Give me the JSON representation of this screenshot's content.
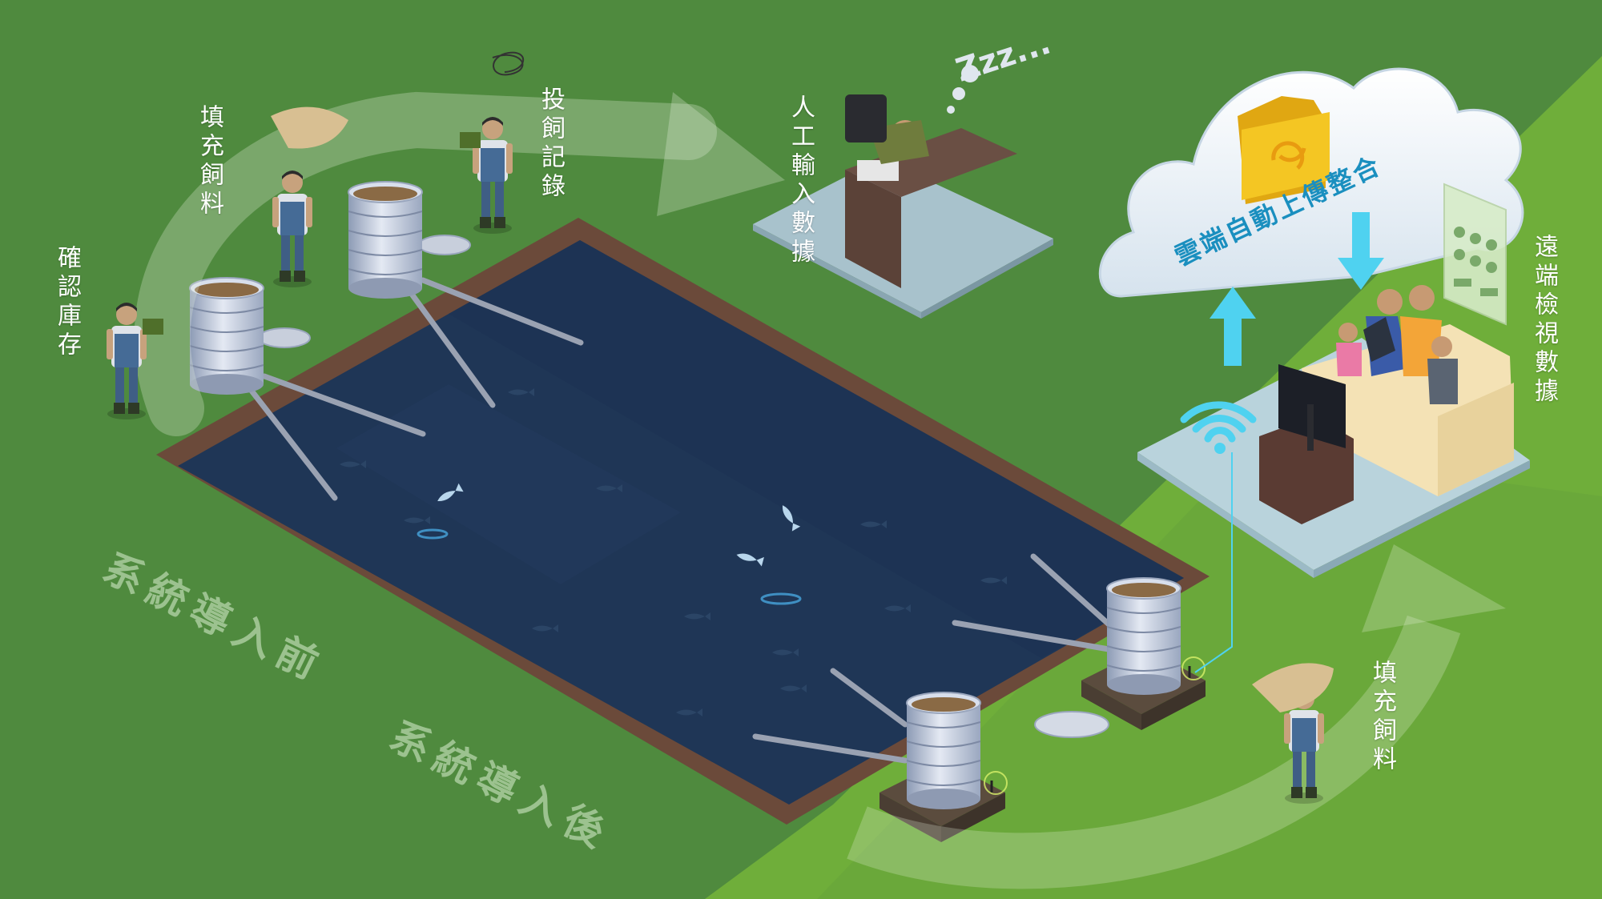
{
  "labels": {
    "confirm_inventory": "確認庫存",
    "fill_feed_top": "填充飼料",
    "feeding_record": "投飼記錄",
    "manual_input": "人工輸入數據",
    "cloud_upload": "雲端自動上傳整合",
    "remote_view": "遠端檢視數據",
    "fill_feed_bottom": "填充飼料"
  },
  "zones": {
    "before": "系統導入前",
    "after": "系統導入後"
  },
  "sleep_text": "Zzz...",
  "colors": {
    "grass_dark": "#4f8a3e",
    "grass_light": "#6fae3a",
    "pond_water": "#1f3656",
    "pond_rim": "#6b4a3a",
    "cloud": "#eef4fa",
    "cloud_text": "#1a8fbf",
    "folder": "#f4c623",
    "arrow_blue": "#4fd2f0"
  },
  "icons": [
    "folder-sync-icon",
    "wifi-icon",
    "upload-arrow-icon",
    "download-arrow-icon",
    "scribble-icon"
  ]
}
